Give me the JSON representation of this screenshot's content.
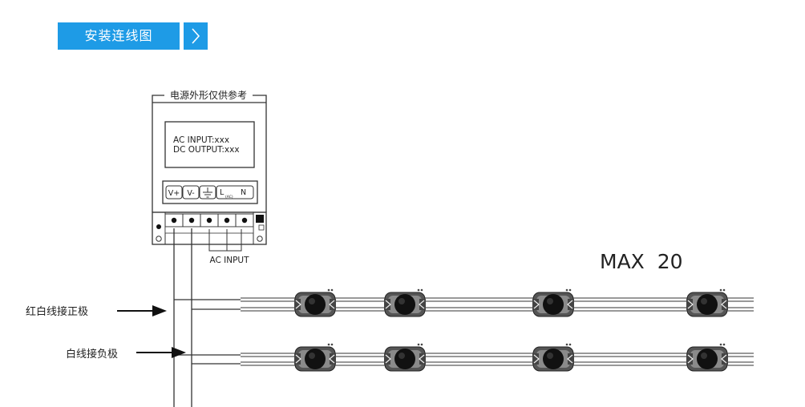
{
  "header": {
    "title": "安装连线图",
    "arrow_icon": "chevron-right-icon",
    "accent_color": "#1e9be6"
  },
  "power_supply": {
    "caption": "电源外形仅供参考",
    "display_line1": "AC INPUT:xxx",
    "display_line2": "DC OUTPUT:xxx",
    "terminals": [
      "V+",
      "V-",
      "",
      "L",
      "N"
    ],
    "terminal_l_sub": "(AC)",
    "ac_input_label": "AC INPUT"
  },
  "labels": {
    "max": "MAX  20",
    "positive": "红白线接正极",
    "negative": "白线接负极"
  }
}
